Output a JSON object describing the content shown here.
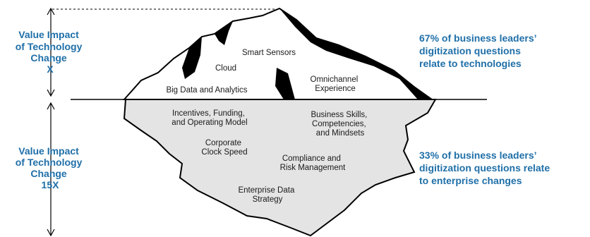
{
  "left_axis": {
    "top_label_lines": [
      "Value Impact",
      "of Technology",
      "Change",
      "X"
    ],
    "bottom_label_lines": [
      "Value Impact",
      "of Technology",
      "Change",
      "15X"
    ]
  },
  "above_water": {
    "smart_sensors": "Smart Sensors",
    "cloud": "Cloud",
    "big_data": "Big Data and Analytics",
    "omnichannel_lines": [
      "Omnichannel",
      "Experience"
    ]
  },
  "below_water": {
    "incentives_lines": [
      "Incentives, Funding,",
      "and Operating Model"
    ],
    "business_skills_lines": [
      "Business Skills,",
      "Competencies,",
      "and Mindsets"
    ],
    "clock_speed_lines": [
      "Corporate",
      "Clock Speed"
    ],
    "compliance_lines": [
      "Compliance and",
      "Risk Management"
    ],
    "data_strategy_lines": [
      "Enterprise Data",
      "Strategy"
    ]
  },
  "right_notes": {
    "top_lines": [
      "67% of business leaders’",
      "digitization questions",
      "relate to technologies"
    ],
    "bottom_lines": [
      "33% of business leaders’",
      "digitization questions relate",
      "to enterprise changes"
    ]
  },
  "colors": {
    "accent_blue": "#1f6fa8",
    "ice_underwater": "#e4e4e4",
    "outline": "#000000"
  }
}
